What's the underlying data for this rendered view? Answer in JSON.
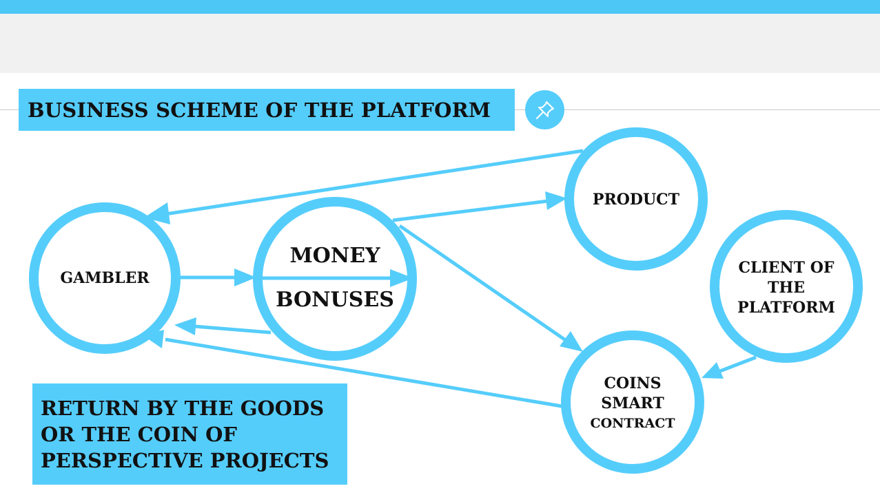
{
  "title": "BUSINESS SCHEME OF THE PLATFORM",
  "pin_icon": "pushpin-icon",
  "accent_color": "#55cdfb",
  "nodes": {
    "gambler": "GAMBLER",
    "money": "MONEY",
    "bonuses": "BONUSES",
    "product": "PRODUCT",
    "client": [
      "CLIENT OF",
      "THE",
      "PLATFORM"
    ],
    "coins": [
      "COINS",
      "SMART",
      "CONTRACT"
    ]
  },
  "return_note": [
    "RETURN BY THE GOODS",
    "OR THE COIN OF",
    "PERSPECTIVE PROJECTS"
  ]
}
